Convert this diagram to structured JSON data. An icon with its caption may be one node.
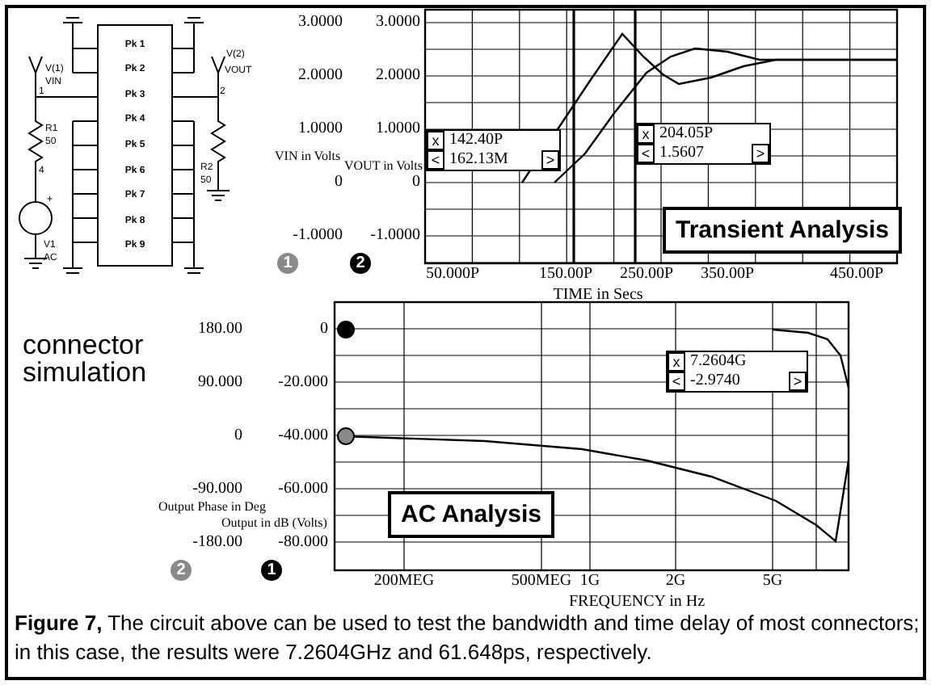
{
  "diagram": {
    "caption": "**Figure 7,** The circuit above can be used to test the bandwidth and time delay of most connectors; in this case, the results were 7.2604GHz and 61.648ps, respectively.",
    "nodes": [
      {
        "text": [
          "Pk 1",
          "Pk 2",
          "Pk 3",
          "Pk 4",
          "Pk 5",
          "Pk 6",
          "Pk 7",
          "Pk 8",
          "Pk 9"
        ]
      },
      {
        "text": [
          "x",
          "142.40P",
          "<",
          "162.13M",
          ">"
        ]
      },
      {
        "text": [
          "x",
          "204.05P",
          "<",
          "1.5607",
          ">"
        ]
      },
      {
        "text": [
          "Transient Analysis"
        ]
      },
      {
        "text": [
          "x",
          "7.2604G",
          "<",
          "-2.9740",
          ">"
        ]
      },
      {
        "text": [
          "AC Analysis"
        ]
      }
    ],
    "labels": [
      "V(1)",
      "VIN",
      "1",
      "R1",
      "50",
      "4",
      "+",
      "V1",
      "AC",
      "V(2)",
      "VOUT",
      "2",
      "R2",
      "50",
      "3.0000",
      "2.0000",
      "1.0000",
      "0",
      "-1.0000",
      "3.0000",
      "2.0000",
      "1.0000",
      "0",
      "-1.0000",
      "VIN in Volts",
      "VOUT in Volts",
      "1",
      "2",
      "50.000P",
      "150.00P",
      "250.00P",
      "350.00P",
      "450.00P",
      "TIME in Secs",
      "180.00",
      "90.000",
      "0",
      "-90.000",
      "-180.00",
      "0",
      "-20.000",
      "-40.000",
      "-60.000",
      "-80.000",
      "Output Phase in Deg",
      "Output in dB (Volts)",
      "2",
      "1",
      "200MEG",
      "500MEG",
      "1G",
      "2G",
      "5G",
      "FREQUENCY in Hz",
      "connector simulation"
    ]
  }
}
